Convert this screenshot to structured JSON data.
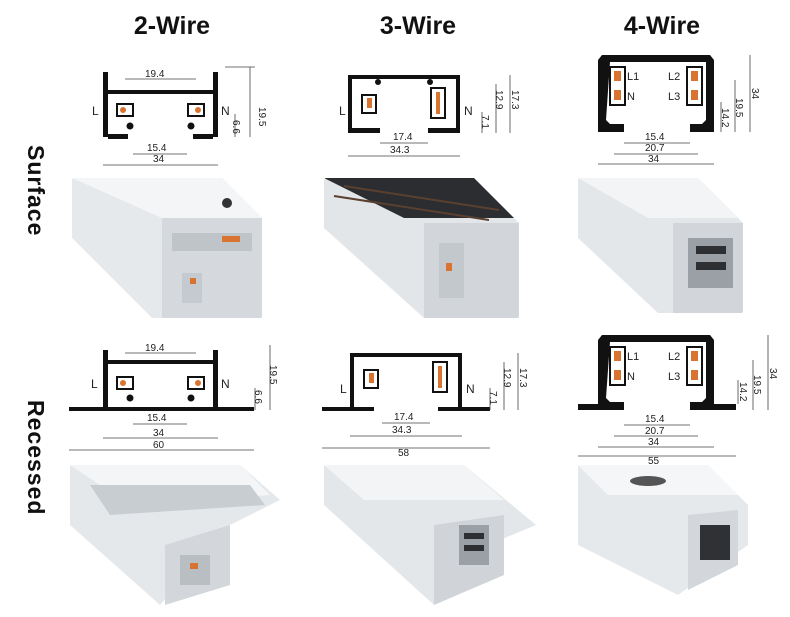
{
  "columns": {
    "two_wire": "2-Wire",
    "three_wire": "3-Wire",
    "four_wire": "4-Wire"
  },
  "rows": {
    "surface": "Surface",
    "recessed": "Recessed"
  },
  "drawings": {
    "surface_2w": {
      "top_width": "19.4",
      "height": "19.5",
      "side": "6.6",
      "inner": "15.4",
      "total": "34",
      "left": "L",
      "right": "N"
    },
    "surface_3w": {
      "height_outer": "17.3",
      "height_inner": "12.9",
      "side": "7.1",
      "inner": "17.4",
      "total": "34.3",
      "left": "L",
      "right": "N"
    },
    "surface_4w": {
      "height": "34",
      "mid": "19.5",
      "low": "14.2",
      "inner": "15.4",
      "mid_width": "20.7",
      "total": "34",
      "l1": "L1",
      "l2": "L2",
      "l3": "L3",
      "n": "N"
    },
    "recessed_2w": {
      "top_width": "19.4",
      "height": "19.5",
      "side": "6.6",
      "inner": "15.4",
      "body": "34",
      "flange": "60",
      "left": "L",
      "right": "N"
    },
    "recessed_3w": {
      "height_outer": "17.3",
      "height_inner": "12.9",
      "side": "7.1",
      "inner": "17.4",
      "body": "34.3",
      "flange": "58",
      "left": "L",
      "right": "N"
    },
    "recessed_4w": {
      "height": "34",
      "mid": "19.5",
      "low": "14.2",
      "inner": "15.4",
      "mid_width": "20.7",
      "body": "34",
      "flange": "55",
      "l1": "L1",
      "l2": "L2",
      "l3": "L3",
      "n": "N"
    }
  },
  "colors": {
    "profile": "#111111",
    "copper": "#d8742f",
    "aluminium": "#e9ecef"
  }
}
